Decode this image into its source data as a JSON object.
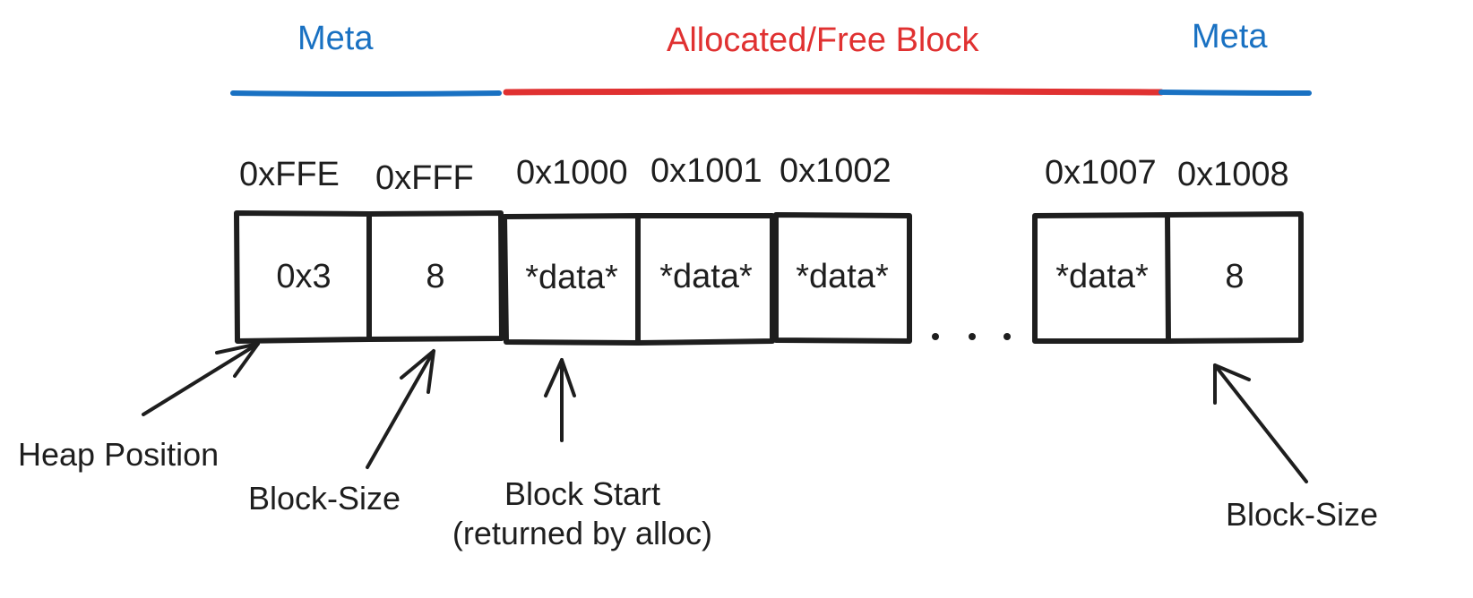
{
  "headers": {
    "meta_left": "Meta",
    "block": "Allocated/Free Block",
    "meta_right": "Meta"
  },
  "colors": {
    "meta": "#1971c2",
    "block": "#e03131",
    "ink": "#1e1e1e"
  },
  "cells": [
    {
      "address": "0xFFE",
      "value": "0x3"
    },
    {
      "address": "0xFFF",
      "value": "8"
    },
    {
      "address": "0x1000",
      "value": "*data*"
    },
    {
      "address": "0x1001",
      "value": "*data*"
    },
    {
      "address": "0x1002",
      "value": "*data*"
    },
    {
      "address": "0x1007",
      "value": "*data*"
    },
    {
      "address": "0x1008",
      "value": "8"
    }
  ],
  "ellipsis": ". . .",
  "annotations": {
    "heap_position": "Heap Position",
    "block_size_left": "Block-Size",
    "block_start_line1": "Block Start",
    "block_start_line2": "(returned by alloc)",
    "block_size_right": "Block-Size"
  }
}
